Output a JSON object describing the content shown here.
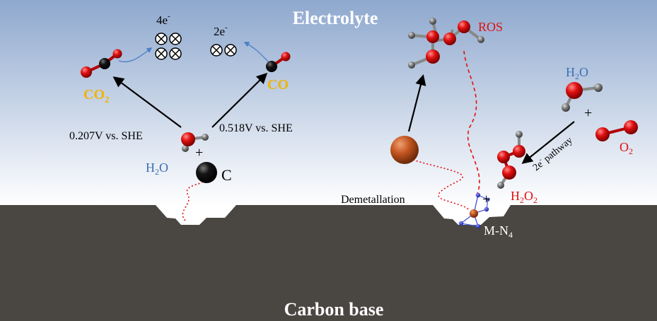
{
  "labels": {
    "electrolyte": "Electrolyte",
    "carbon_base": "Carbon base",
    "co2_main": "CO",
    "co2_sub": "2",
    "co": "CO",
    "four_e": "4e",
    "two_e": "2e",
    "electron_sup": "-",
    "potential_left": "0.207V vs. SHE",
    "potential_right": "0.518V vs. SHE",
    "h2o_left": "H",
    "h2o_left_sub": "2",
    "h2o_left_end": "O",
    "carbon": "C",
    "plus": "+",
    "ros": "ROS",
    "h2o_right": "H",
    "h2o_right_sub": "2",
    "h2o_right_end": "O",
    "o2_main": "O",
    "o2_sub": "2",
    "h2o2_h": "H",
    "h2o2_sub1": "2",
    "h2o2_o": "O",
    "h2o2_sub2": "2",
    "pathway_pre": "2e",
    "pathway_sup": "-",
    "pathway_post": " pathway",
    "demetallation": "Demetallation",
    "mn4_main": "M-N",
    "mn4_sub": "4"
  },
  "colors": {
    "sky_top": "#8fa9cf",
    "sky_bottom": "#ffffff",
    "ground": "#4a4641",
    "oxygen": "#e01010",
    "hydrogen": "#7a7a7a",
    "carbon_atom": "#101010",
    "metal": "#c0521e",
    "nitrogen": "#2a35c8",
    "label_blue": "#3a6fb5",
    "label_gold": "#f0b400",
    "label_red": "#e01010",
    "arrow_blue": "#4a7fc9",
    "dotted_red": "#e01010"
  }
}
